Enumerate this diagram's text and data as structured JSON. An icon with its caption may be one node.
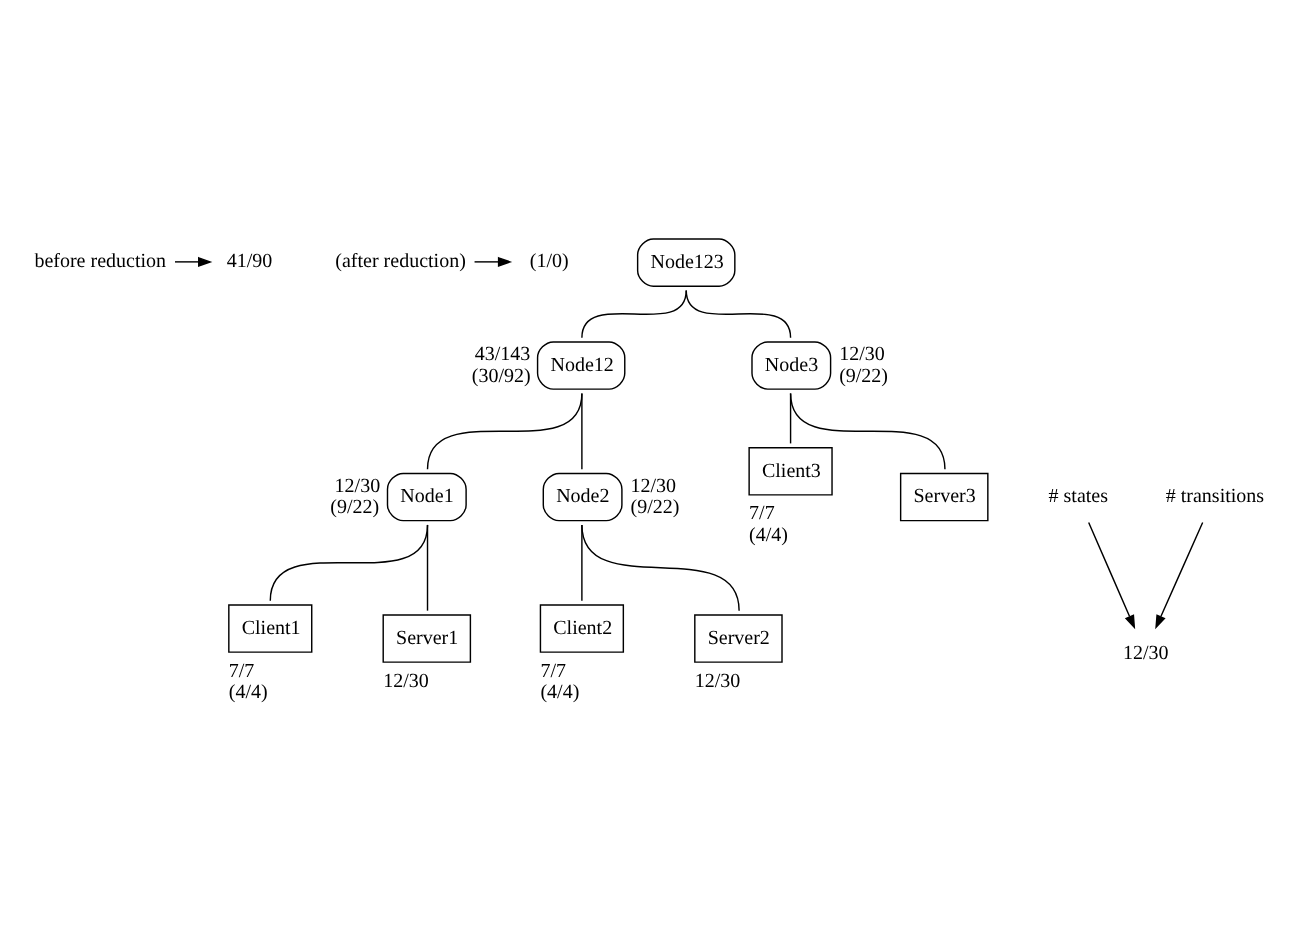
{
  "diagram": {
    "nodes": [
      {
        "text": [
          "before reduction"
        ]
      },
      {
        "text": [
          "(after reduction)"
        ]
      },
      {
        "text": [
          "41/90"
        ]
      },
      {
        "text": [
          "(1/0)"
        ]
      },
      {
        "text": [
          "Node123"
        ]
      },
      {
        "text": [
          "Node12"
        ],
        "beside": [
          "43/143",
          "(30/92)"
        ]
      },
      {
        "text": [
          "Node3"
        ],
        "beside": [
          "12/30",
          "(9/22)"
        ]
      },
      {
        "text": [
          "Node1"
        ],
        "beside": [
          "12/30",
          "(9/22)"
        ]
      },
      {
        "text": [
          "Node2"
        ],
        "beside": [
          "12/30",
          "(9/22)"
        ]
      },
      {
        "text": [
          "Client1"
        ],
        "beside": [
          "7/7",
          "(4/4)"
        ]
      },
      {
        "text": [
          "Server1"
        ],
        "beside": [
          "12/30"
        ]
      },
      {
        "text": [
          "Client2"
        ],
        "beside": [
          "7/7",
          "(4/4)"
        ]
      },
      {
        "text": [
          "Server2"
        ],
        "beside": [
          "12/30"
        ]
      },
      {
        "text": [
          "Client3"
        ],
        "beside": [
          "7/7",
          "(4/4)"
        ]
      },
      {
        "text": [
          "Server3"
        ]
      },
      {
        "text": [
          "12/30"
        ]
      },
      {
        "text": [
          "# states"
        ]
      },
      {
        "text": [
          "# transitions"
        ]
      }
    ],
    "edges": [
      {
        "from": 0,
        "to": 2,
        "arrow": "to"
      },
      {
        "from": 1,
        "to": 3,
        "arrow": "to"
      },
      {
        "from": 4,
        "to": 5,
        "arrow": "none"
      },
      {
        "from": 4,
        "to": 6,
        "arrow": "none"
      },
      {
        "from": 5,
        "to": 7,
        "arrow": "none"
      },
      {
        "from": 5,
        "to": 8,
        "arrow": "none"
      },
      {
        "from": 7,
        "to": 9,
        "arrow": "none"
      },
      {
        "from": 7,
        "to": 10,
        "arrow": "none"
      },
      {
        "from": 8,
        "to": 11,
        "arrow": "none"
      },
      {
        "from": 8,
        "to": 12,
        "arrow": "none"
      },
      {
        "from": 6,
        "to": 13,
        "arrow": "none"
      },
      {
        "from": 6,
        "to": 14,
        "arrow": "none"
      },
      {
        "from": 16,
        "to": 15,
        "arrow": "to"
      },
      {
        "from": 17,
        "to": 15,
        "arrow": "to"
      }
    ]
  }
}
